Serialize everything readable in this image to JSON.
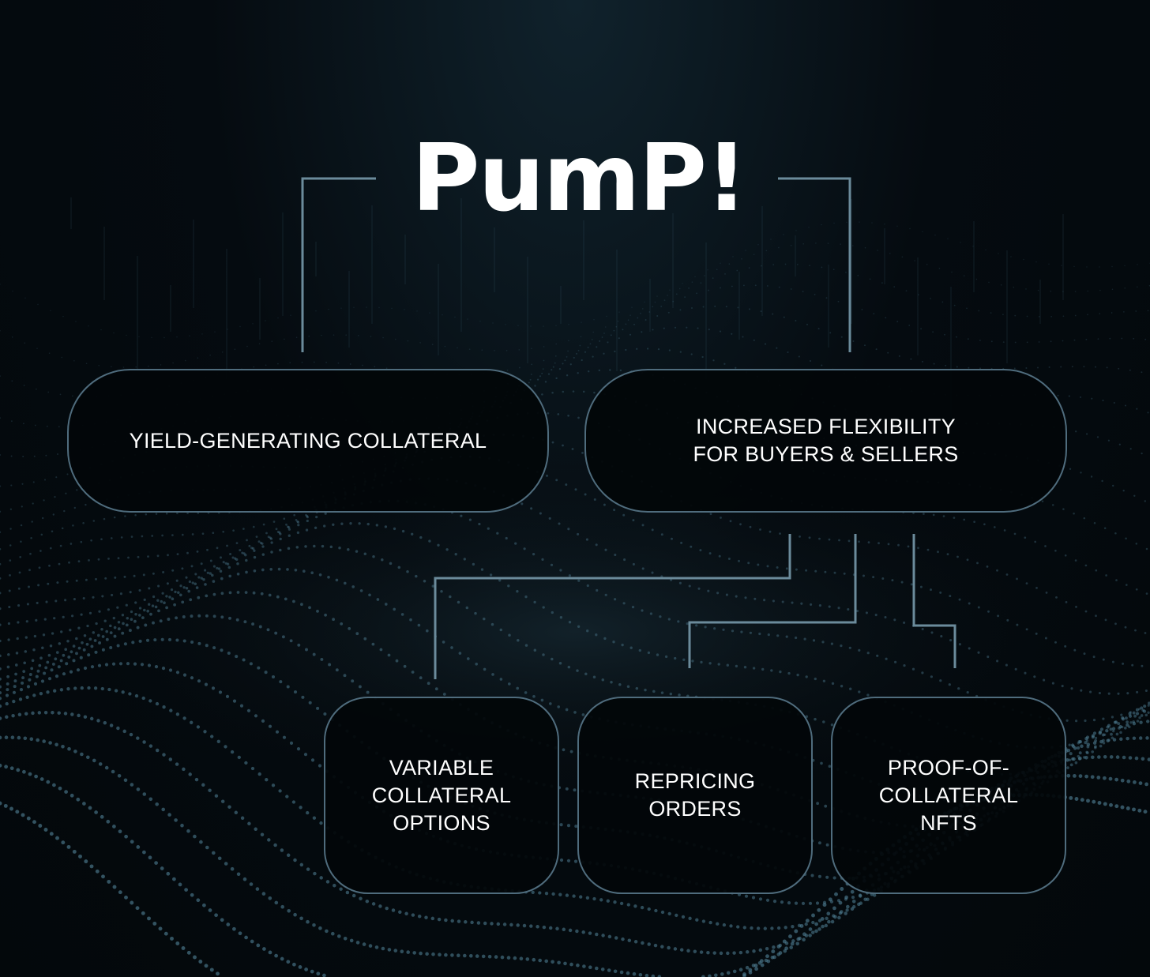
{
  "brand": {
    "logo_text": "PumP!"
  },
  "diagram": {
    "top_nodes": [
      {
        "label": "YIELD-GENERATING COLLATERAL"
      },
      {
        "label": "INCREASED FLEXIBILITY\nFOR BUYERS & SELLERS"
      }
    ],
    "sub_nodes": [
      {
        "label": "VARIABLE\nCOLLATERAL\nOPTIONS"
      },
      {
        "label": "REPRICING\nORDERS"
      },
      {
        "label": "PROOF-OF-\nCOLLATERAL\nNFTS"
      }
    ]
  },
  "colors": {
    "background": "#03080b",
    "connector": "#6b8b9b",
    "box_border": "#4f6c7d",
    "text": "#ffffff",
    "particles": "#4f7e93"
  }
}
